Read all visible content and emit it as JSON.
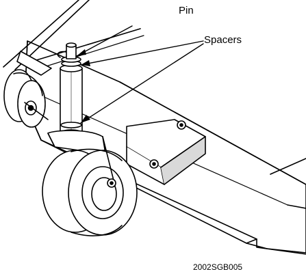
{
  "labels": {
    "pin": "Pin",
    "spacers": "Spacers",
    "figure_code": "2002SGB005"
  },
  "colors": {
    "ink": "#000000",
    "fill": "#ffffff",
    "shade": "#d9d9d9"
  }
}
